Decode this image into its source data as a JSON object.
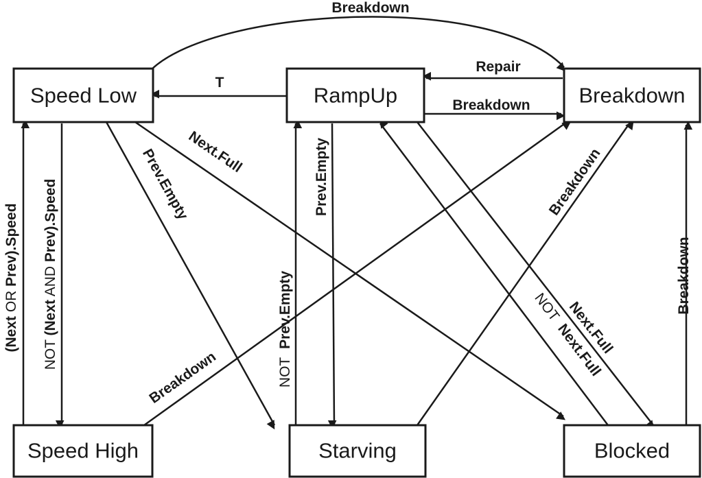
{
  "states": {
    "speed_low": "Speed Low",
    "rampup": "RampUp",
    "breakdown": "Breakdown",
    "speed_high": "Speed High",
    "starving": "Starving",
    "blocked": "Blocked"
  },
  "transitions": {
    "top_arc": "Breakdown",
    "repair": "Repair",
    "t": "T",
    "ramp_breakdown": "Breakdown",
    "next_full_low": "Next.Full",
    "prev_empty_low": "Prev.Empty",
    "prev_empty_ramp": "Prev.Empty",
    "high_breakdown": "Breakdown",
    "starving_breakdown": "Breakdown",
    "blocked_breakdown": "Breakdown",
    "next_full_ramp": "Next.Full",
    "not_kw": "NOT",
    "next_full_word": "Next.Full",
    "prev_empty_word": "Prev.Empty",
    "cond_up_p1": "(",
    "cond_up_p2": "Next",
    "cond_up_p3": " OR ",
    "cond_up_p4": "Prev",
    "cond_up_p5": ").Speed",
    "cond_down_p1": "NOT ",
    "cond_down_p2": "(Next",
    "cond_down_p3": " AND ",
    "cond_down_p4": "Prev",
    "cond_down_p5": ").Speed"
  }
}
